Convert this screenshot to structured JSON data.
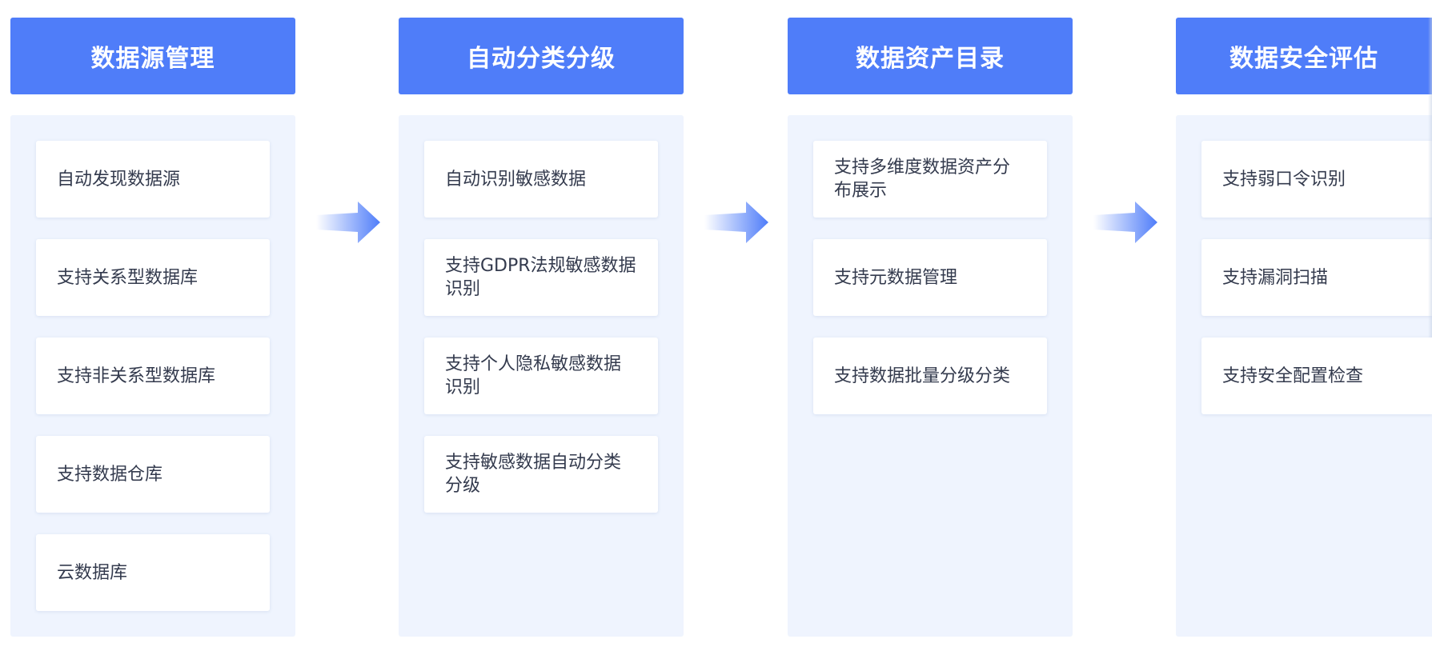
{
  "columns": [
    {
      "title": "数据源管理",
      "items": [
        "自动发现数据源",
        "支持关系型数据库",
        "支持非关系型数据库",
        "支持数据仓库",
        "云数据库"
      ]
    },
    {
      "title": "自动分类分级",
      "items": [
        "自动识别敏感数据",
        "支持GDPR法规敏感数据识别",
        "支持个人隐私敏感数据识别",
        "支持敏感数据自动分类分级"
      ]
    },
    {
      "title": "数据资产目录",
      "items": [
        "支持多维度数据资产分布展示",
        "支持元数据管理",
        "支持数据批量分级分类"
      ]
    },
    {
      "title": "数据安全评估",
      "items": [
        "支持弱口令识别",
        "支持漏洞扫描",
        "支持安全配置检查"
      ]
    }
  ],
  "colors": {
    "header": "#4f7df9",
    "panel": "#eff4fe",
    "card": "#ffffff",
    "text": "#333a4d"
  },
  "icons": [
    "flow-arrow-icon"
  ]
}
